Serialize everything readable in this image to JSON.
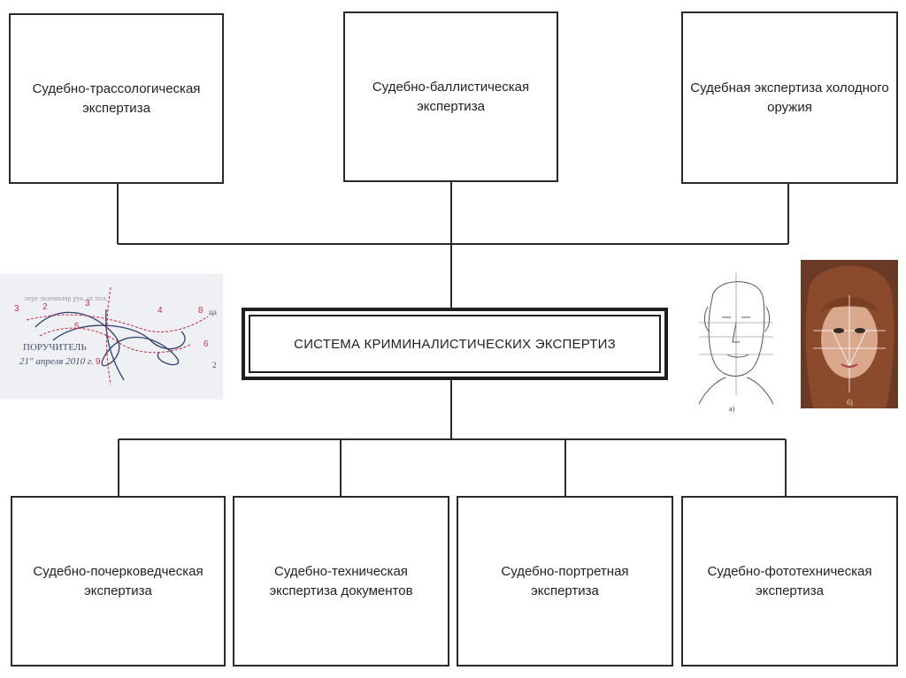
{
  "diagram": {
    "center_title": "СИСТЕМА КРИМИНАЛИСТИЧЕСКИХ ЭКСПЕРТИЗ",
    "top_boxes": [
      {
        "line1": "Судебно-трассологическая",
        "line2": "экспертиза"
      },
      {
        "line1": "Судебно-баллистическая",
        "line2": "экспертиза"
      },
      {
        "line1": "Судебная экспертиза холодного",
        "line2": "оружия"
      }
    ],
    "bottom_boxes": [
      {
        "line1": "Судебно-почерковедческая",
        "line2": "экспертиза"
      },
      {
        "line1": "Судебно-техническая",
        "line2": "экспертиза документов"
      },
      {
        "line1": "Судебно-портретная",
        "line2": "экспертиза"
      },
      {
        "line1": "Судебно-фототехническая",
        "line2": "экспертиза"
      }
    ]
  },
  "handwriting_sample": {
    "printed_word": "ПОРУЧИТЕЛЬ",
    "date_text": "21\" апреля 2010 г.",
    "faint_line": "пере экземпляр рук. от пол.",
    "side_marks": [
      "ца",
      "2"
    ]
  },
  "portrait_sketch": {
    "letters": [
      "а)",
      "б)"
    ]
  },
  "colors": {
    "line": "#2a2a2a",
    "signature_red": "#c8324a",
    "signature_blue": "#2f3f6e"
  }
}
